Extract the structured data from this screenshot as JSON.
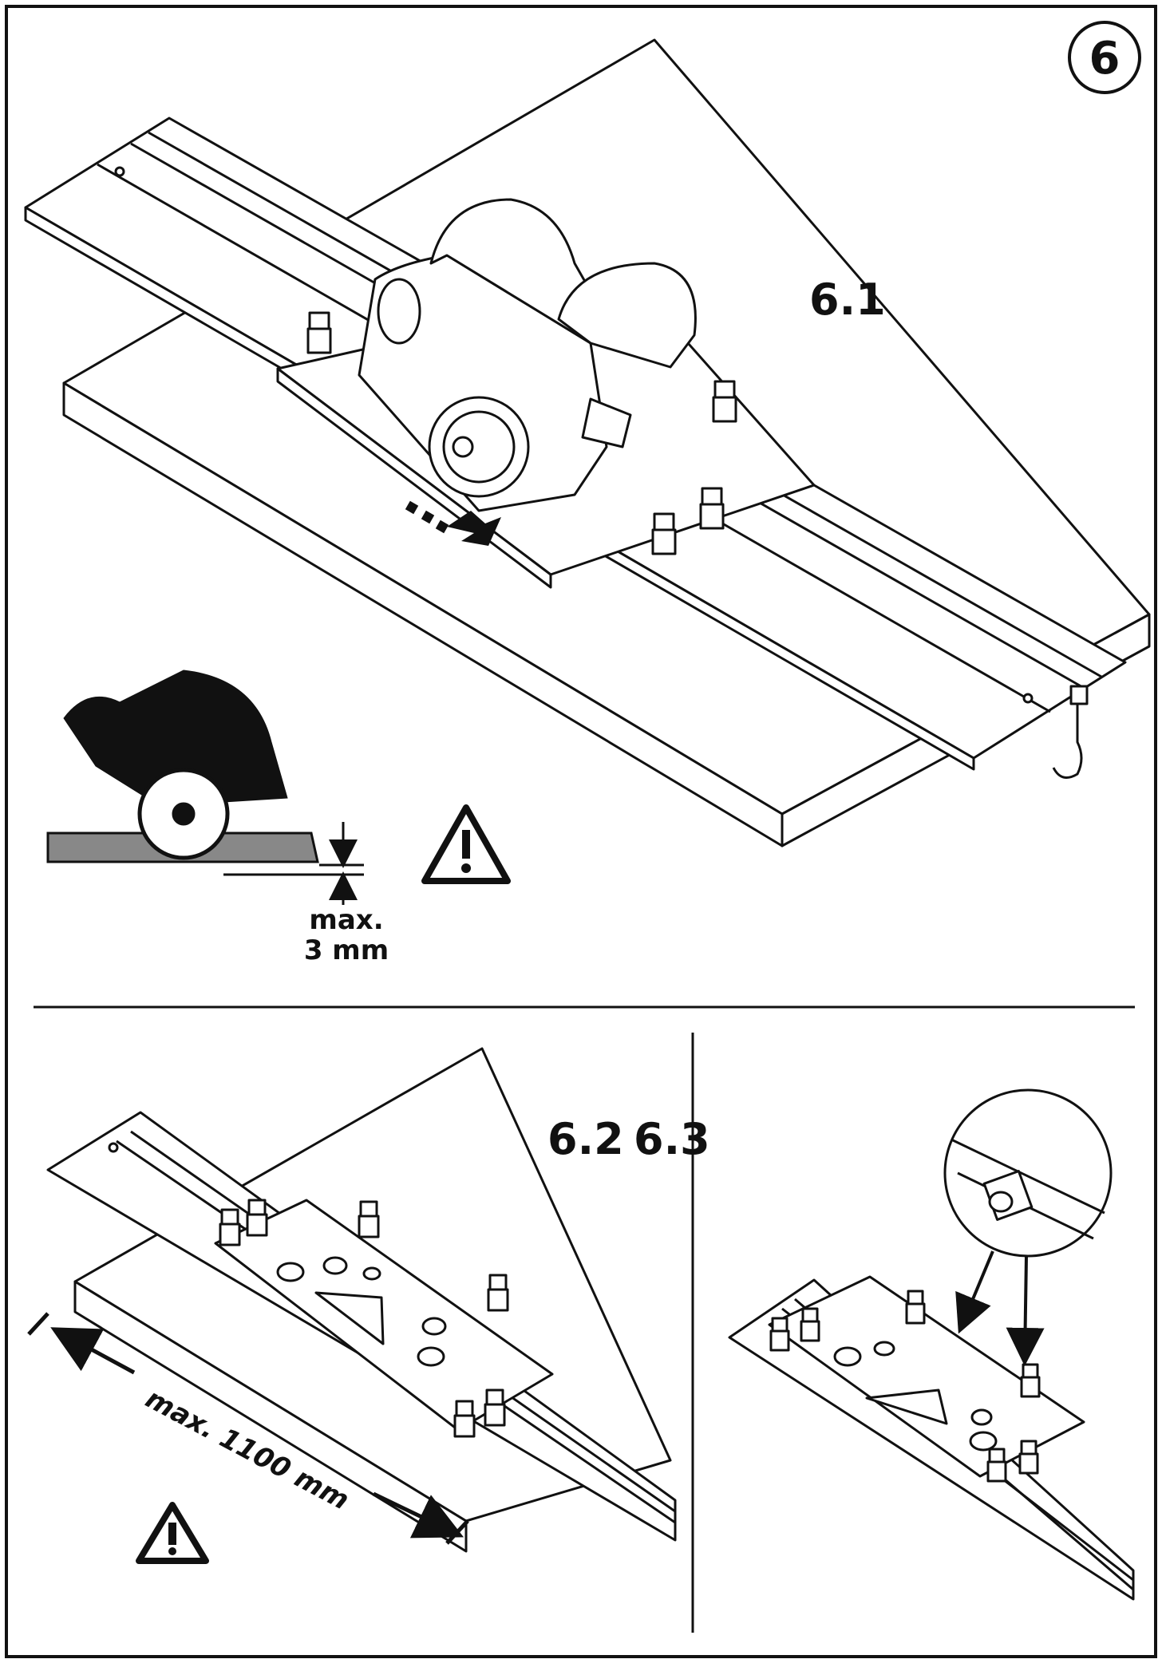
{
  "page": {
    "number": "6",
    "figures": {
      "fig1": "6.1",
      "fig2": "6.2",
      "fig3": "6.3"
    },
    "depth_note": {
      "line1": "max.",
      "line2": "3 mm"
    },
    "length_note": "max. 1100 mm"
  }
}
